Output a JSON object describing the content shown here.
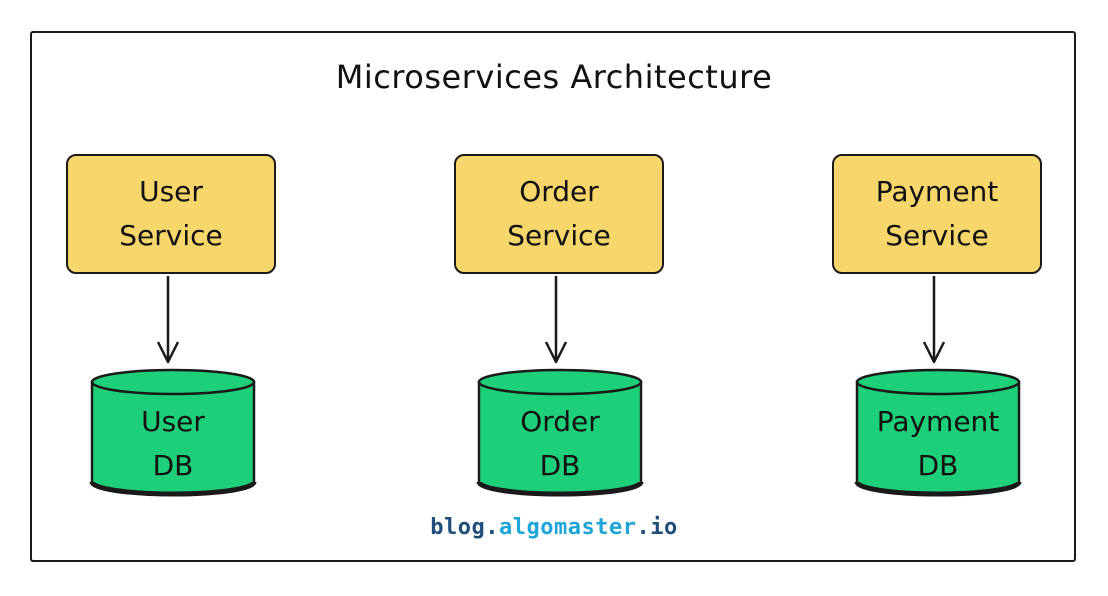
{
  "diagram": {
    "title": "Microservices Architecture",
    "colors": {
      "service_fill": "#F7D66B",
      "db_fill": "#1ECF7A",
      "stroke": "#1a1a1a"
    },
    "columns": [
      {
        "service": {
          "line1": "User",
          "line2": "Service"
        },
        "database": {
          "line1": "User",
          "line2": "DB"
        }
      },
      {
        "service": {
          "line1": "Order",
          "line2": "Service"
        },
        "database": {
          "line1": "Order",
          "line2": "DB"
        }
      },
      {
        "service": {
          "line1": "Payment",
          "line2": "Service"
        },
        "database": {
          "line1": "Payment",
          "line2": "DB"
        }
      }
    ]
  },
  "watermark": {
    "part1": "blog.",
    "part2": "algomaster",
    "part3": ".io",
    "color_dark": "#1f4e79",
    "color_accent": "#1ea5d8"
  }
}
